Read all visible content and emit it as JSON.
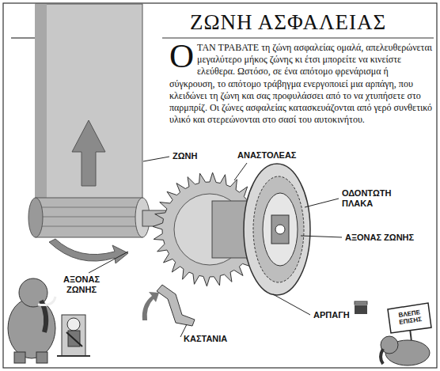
{
  "diagram": {
    "title": "ΖΩΝΗ ΑΣΦΑΛΕΙΑΣ",
    "caption": "ΟΤΑΝ ΤΡΑΒΑΤΕ τη ζώνη ασφαλείας ομαλά, απελευθερώνεται μεγαλύτερο μήκος ζώνης κι έτσι μπορείτε να κινείστε ελεύθερα. Ωστόσο, σε ένα απότομο φρενάρισμα ή σύγκρουση, το απότομο τράβηγμα ενεργοποιεί μια αρπάγη, που κλειδώνει τη ζώνη και σας προφυλάσσει από το να χτυπήσετε στο παρμπρίζ. Οι ζώνες ασφαλείας κατασκευάζονται από γερό συνθετικό υλικό και στερεώνονται στο σασί του αυτοκινήτου.",
    "labels": [
      "ΖΩΝΗ",
      "ΑΝΑΣΤΟΛΕΑΣ",
      "ΟΔΟΝΤΩΤΗ ΠΛΑΚΑ",
      "ΑΞΟΝΑΣ ΖΩΝΗΣ",
      "ΑΞΟΝΑΣ ΖΩΝΗΣ",
      "ΑΡΠΑΓΗ",
      "ΚΑΣΤΑΝΙΑ",
      "ΒΛΕΠΕ ΕΠΙΣΗΣ"
    ]
  }
}
